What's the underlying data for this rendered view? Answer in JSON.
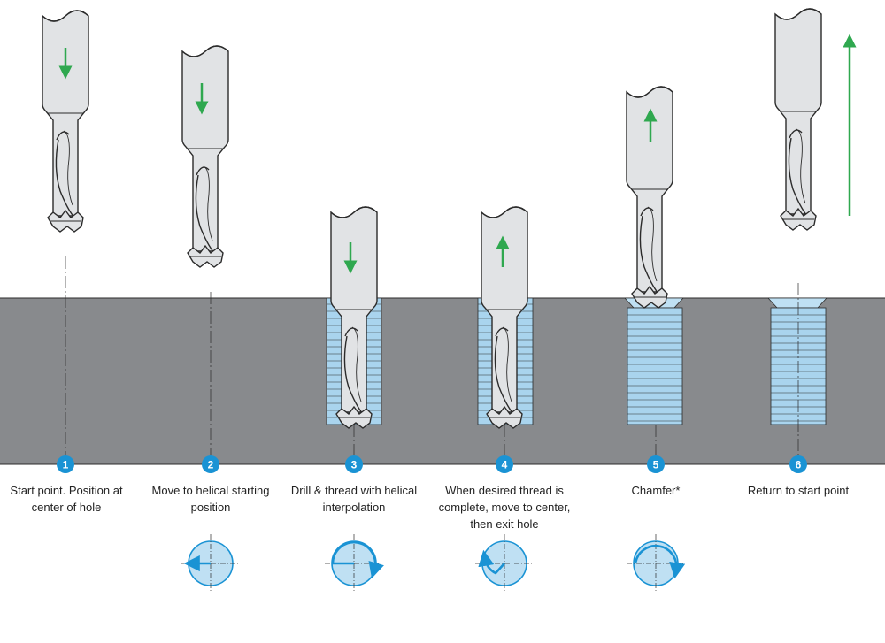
{
  "steps": [
    {
      "number": "1",
      "label": "Start point. Position at center of hole"
    },
    {
      "number": "2",
      "label": "Move to helical starting position"
    },
    {
      "number": "3",
      "label": "Drill & thread with helical interpolation"
    },
    {
      "number": "4",
      "label": "When desired thread is complete, move to center, then exit hole"
    },
    {
      "number": "5",
      "label": "Chamfer*"
    },
    {
      "number": "6",
      "label": "Return to start point"
    }
  ],
  "colors": {
    "workpiece": "#888a8d",
    "tool": "#e1e3e5",
    "tool_outline": "#2b2b2b",
    "arrow_green": "#2fa84f",
    "accent_blue": "#1a93d4",
    "circle_fill": "#bfe0f3",
    "thread_fill": "#a9d4ee"
  },
  "icons": [
    "down-arrow",
    "down-arrow",
    "down-arrow",
    "up-arrow",
    "up-arrow",
    "up-arrow",
    "leftward-arrow",
    "clockwise-arc",
    "counterclockwise-arc",
    "clockwise-arc"
  ]
}
